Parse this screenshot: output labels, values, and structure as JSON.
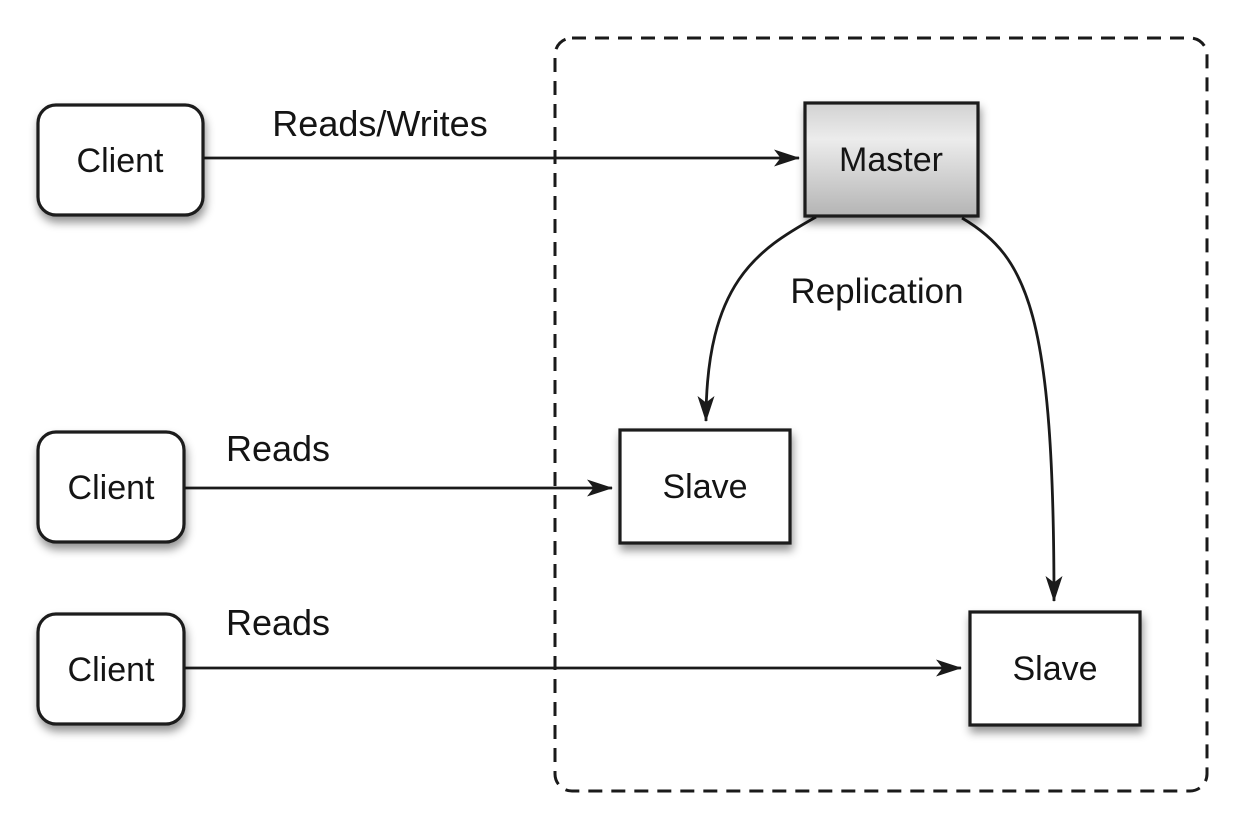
{
  "diagram": {
    "type": "architecture-diagram",
    "topic": "database master-slave replication",
    "colors": {
      "background": "#ffffff",
      "line": "#1a1a1a",
      "node_fill": "#ffffff",
      "master_gradient_top": "#d2d2d2",
      "master_gradient_mid": "#ececec",
      "master_gradient_bottom": "#b4b4b4",
      "text": "#141414"
    },
    "nodes": {
      "client1": {
        "label": "Client"
      },
      "client2": {
        "label": "Client"
      },
      "client3": {
        "label": "Client"
      },
      "master": {
        "label": "Master"
      },
      "slave1": {
        "label": "Slave"
      },
      "slave2": {
        "label": "Slave"
      }
    },
    "edge_labels": {
      "reads_writes": "Reads/Writes",
      "reads_middle": "Reads",
      "reads_bottom": "Reads",
      "replication": "Replication"
    },
    "edges": [
      {
        "from": "client1",
        "to": "master",
        "label": "Reads/Writes"
      },
      {
        "from": "client2",
        "to": "slave1",
        "label": "Reads"
      },
      {
        "from": "client3",
        "to": "slave2",
        "label": "Reads"
      },
      {
        "from": "master",
        "to": "slave1",
        "label": "Replication"
      },
      {
        "from": "master",
        "to": "slave2",
        "label": "Replication"
      }
    ]
  }
}
